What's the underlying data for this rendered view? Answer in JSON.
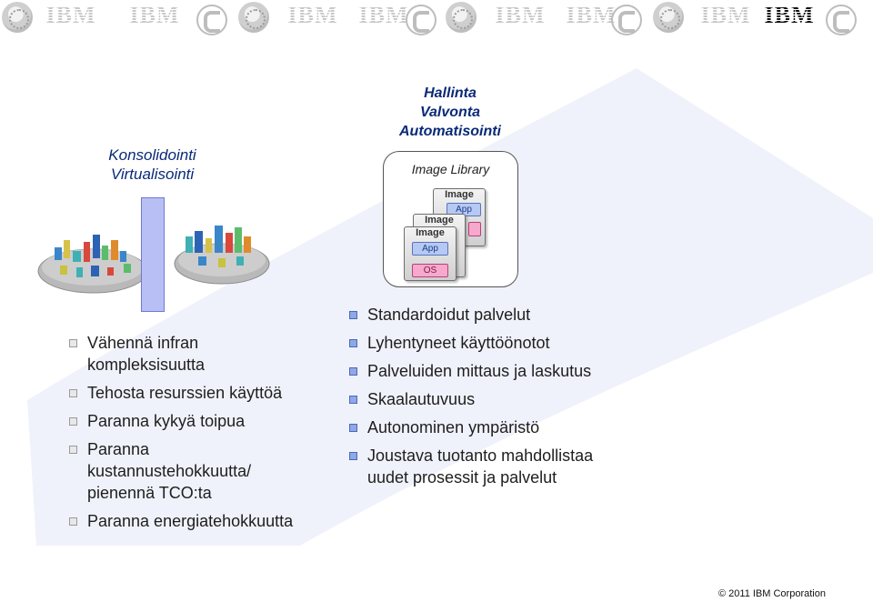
{
  "header": {
    "logos": [
      "ibm-logo",
      "ctr-logo",
      "seal-logo",
      "ibm-logo",
      "ibm-logo",
      "ctr-logo",
      "seal-logo",
      "ibm-logo",
      "ibm-logo",
      "ctr-logo",
      "seal-logo",
      "ibm-logo",
      "ibm-logo",
      "ctr-logo",
      "ibm-logo"
    ],
    "ibm_text": "IBM"
  },
  "left": {
    "heading": [
      "Konsolidointi",
      "Virtualisointi"
    ],
    "bullets": [
      "Vähennä infran kompleksisuutta",
      "Tehosta resurssien käyttöä",
      "Paranna kykyä toipua",
      "Paranna kustannustehokkuutta/ pienennä TCO:ta",
      "Paranna energiatehokkuutta"
    ]
  },
  "right": {
    "heading": [
      "Hallinta",
      "Valvonta",
      "Automatisointi"
    ],
    "library": {
      "title": "Image Library",
      "card_title": "Image",
      "app_label": "App",
      "os_label": "OS"
    },
    "bullets": [
      "Standardoidut palvelut",
      "Lyhentyneet käyttöönotot",
      "Palveluiden mittaus ja laskutus",
      "Skaalautuvuus",
      "Autonominen ympäristö",
      "Joustava tuotanto mahdollistaa uudet prosessit ja palvelut"
    ]
  },
  "colors": {
    "heading": "#0a2a78",
    "bar_fill": "#b7bff4",
    "app_slot": "#b5c9f2",
    "os_slot": "#f6a9cc",
    "sweep": "#eef1fb"
  },
  "footer": {
    "copyright": "© 2011 IBM Corporation"
  }
}
